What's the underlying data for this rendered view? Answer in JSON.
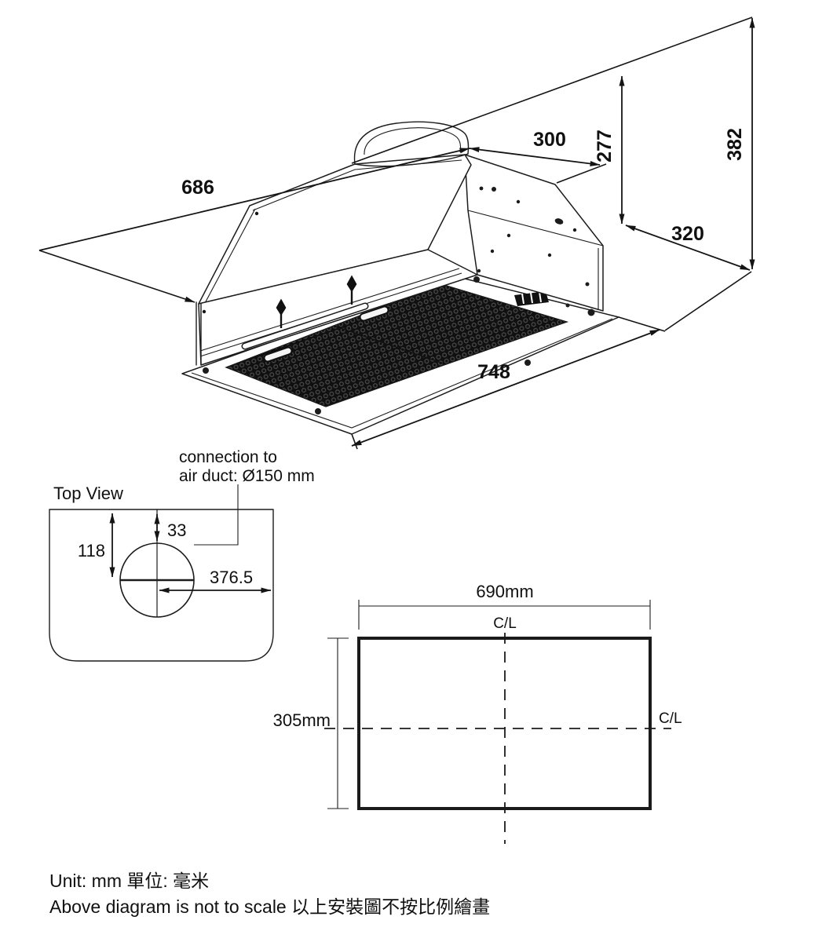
{
  "iso_view": {
    "dim_top_length": "686",
    "dim_duct_inset": "300",
    "dim_rear_height": "277",
    "dim_total_height": "382",
    "dim_depth": "320",
    "dim_bottom_length": "748"
  },
  "top_view": {
    "title": "Top View",
    "duct_note_line1": "connection to",
    "duct_note_line2": "air duct: Ø150 mm",
    "dim_duct_top_offset": "33",
    "dim_duct_center_offset": "118",
    "dim_duct_to_right_edge": "376.5"
  },
  "cutout_view": {
    "dim_width": "690mm",
    "dim_height": "305mm",
    "centerline_top": "C/L",
    "centerline_side": "C/L"
  },
  "footer": {
    "unit_note": "Unit: mm  單位: 毫米",
    "scale_note": "Above diagram is not to scale  以上安裝圖不按比例繪畫"
  }
}
